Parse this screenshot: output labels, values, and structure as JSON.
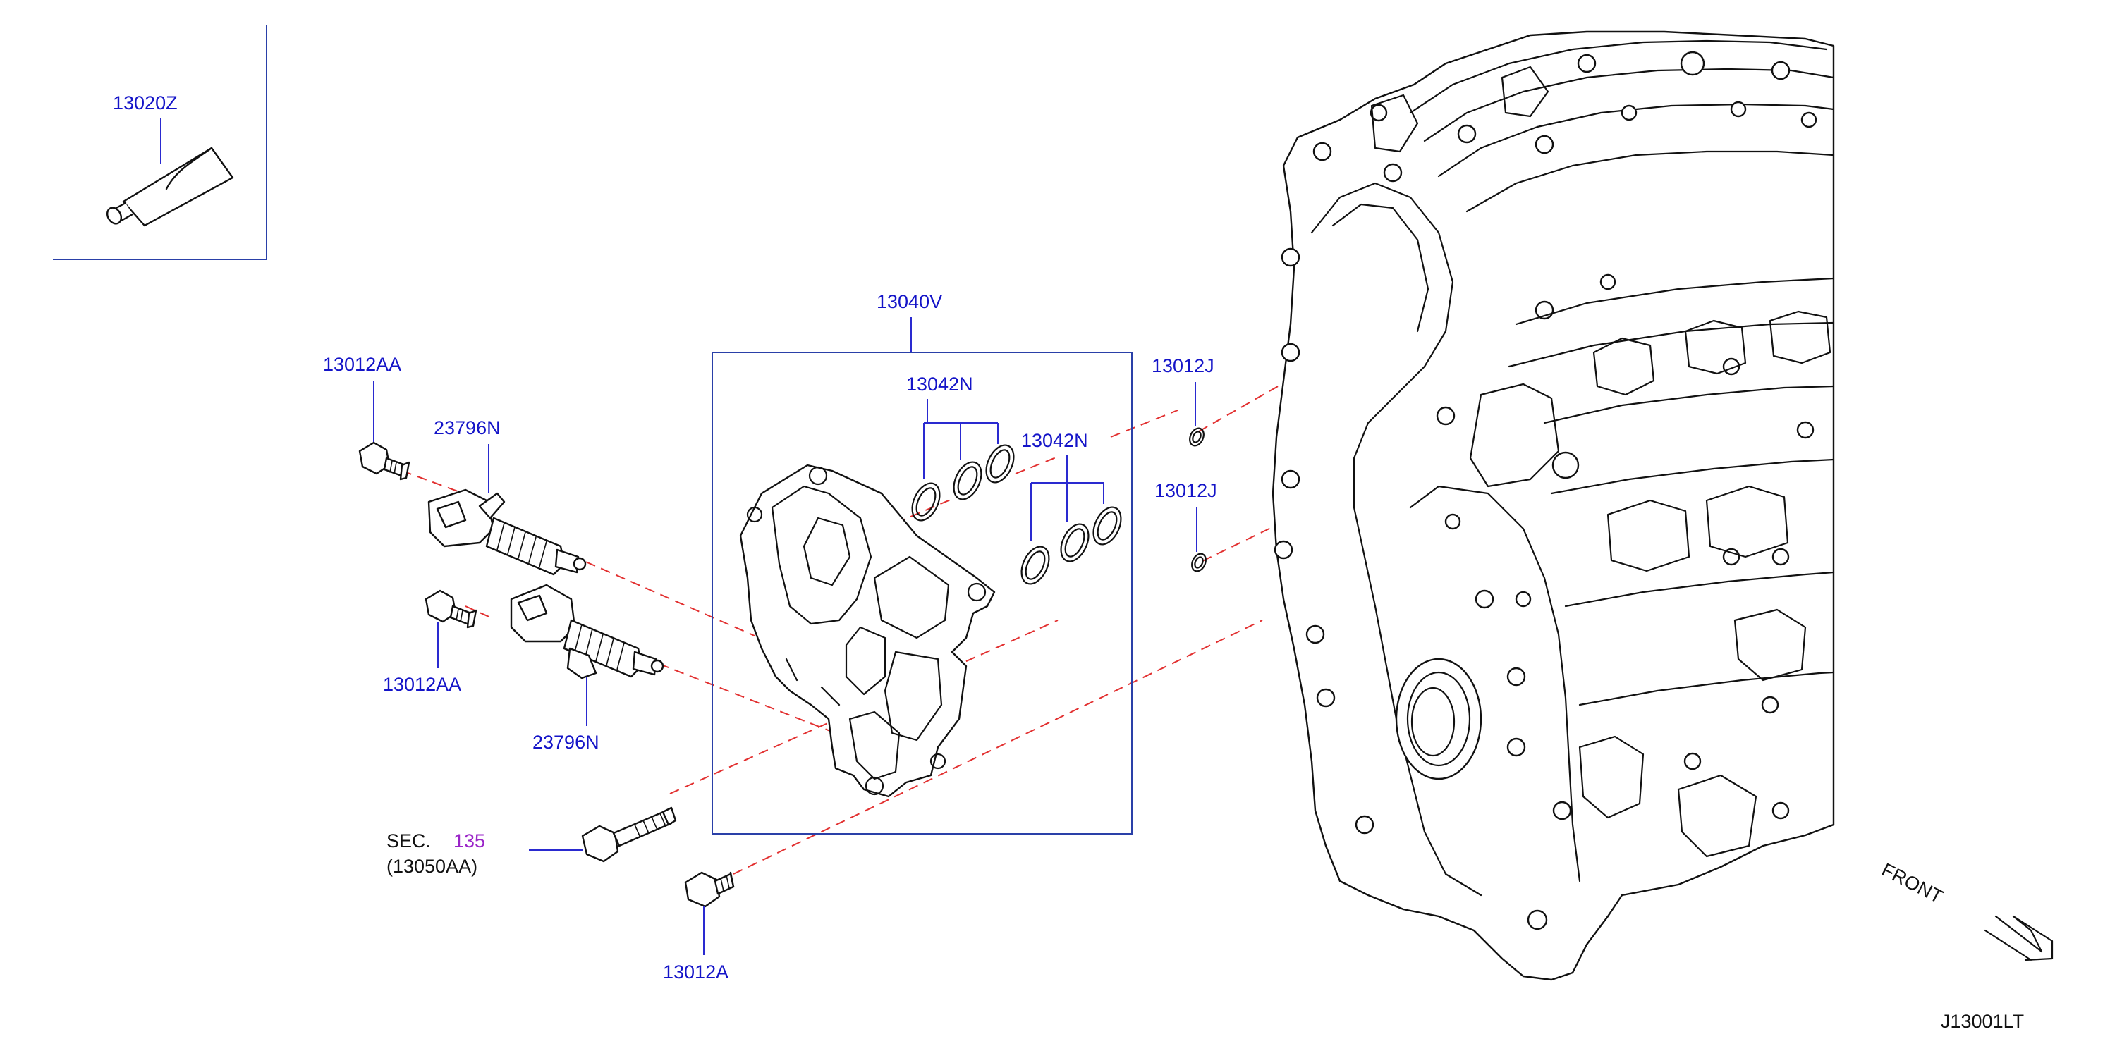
{
  "diagram": {
    "ref_code": "J13001LT",
    "direction_label": "FRONT",
    "callouts": {
      "sealant": "13020Z",
      "cover_assembly": "13040V",
      "oring_a": "13042N",
      "oring_b": "13042N",
      "bolt_left_top": "13012AA",
      "bolt_left_bottom": "13012AA",
      "valve_top": "23796N",
      "valve_bottom": "23796N",
      "oring_right_top": "13012J",
      "oring_right_bottom": "13012J",
      "bolt_bottom": "13012A"
    },
    "section_ref": {
      "prefix": "SEC.",
      "number": "135",
      "part": "(13050AA)"
    }
  }
}
